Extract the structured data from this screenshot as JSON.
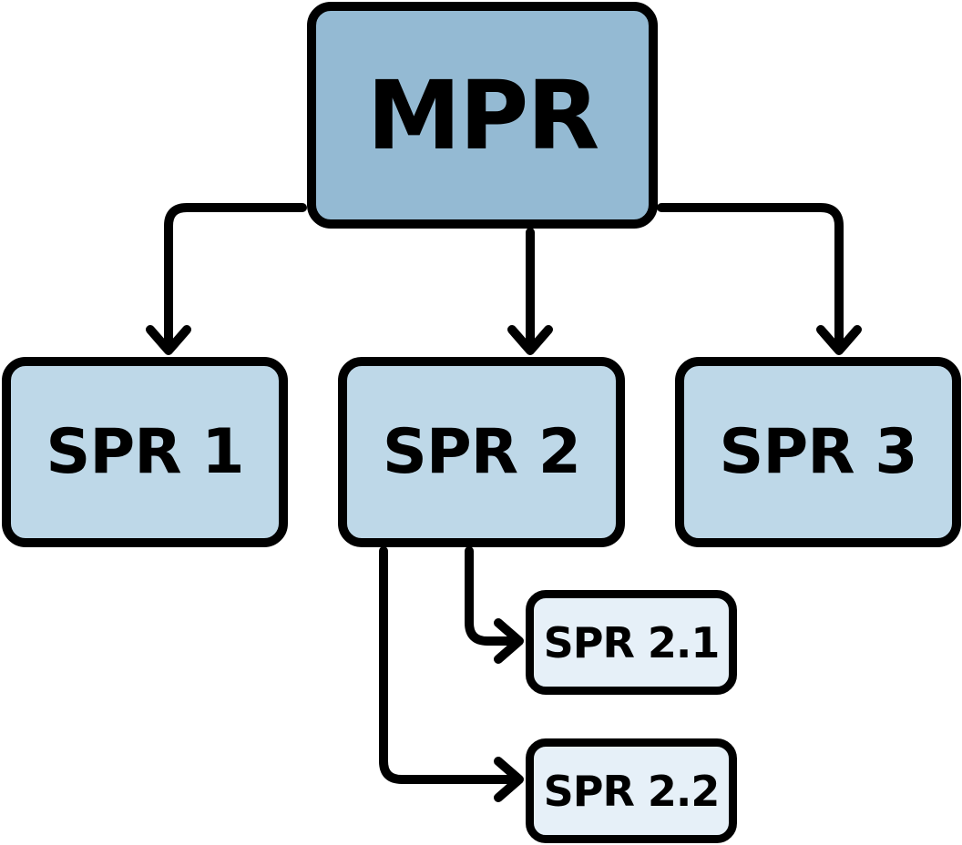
{
  "nodes": {
    "mpr": {
      "label": "MPR",
      "fill": "#94bad3"
    },
    "spr1": {
      "label": "SPR 1",
      "fill": "#bed8e8"
    },
    "spr2": {
      "label": "SPR 2",
      "fill": "#bed8e8"
    },
    "spr3": {
      "label": "SPR 3",
      "fill": "#bed8e8"
    },
    "spr21": {
      "label": "SPR 2.1",
      "fill": "#e6f0f8"
    },
    "spr22": {
      "label": "SPR 2.2",
      "fill": "#e6f0f8"
    }
  },
  "edges": [
    {
      "from": "MPR",
      "to": "SPR 1"
    },
    {
      "from": "MPR",
      "to": "SPR 2"
    },
    {
      "from": "MPR",
      "to": "SPR 3"
    },
    {
      "from": "SPR 2",
      "to": "SPR 2.1"
    },
    {
      "from": "SPR 2",
      "to": "SPR 2.2"
    }
  ],
  "colors": {
    "stroke": "#000000",
    "background": "#ffffff"
  }
}
